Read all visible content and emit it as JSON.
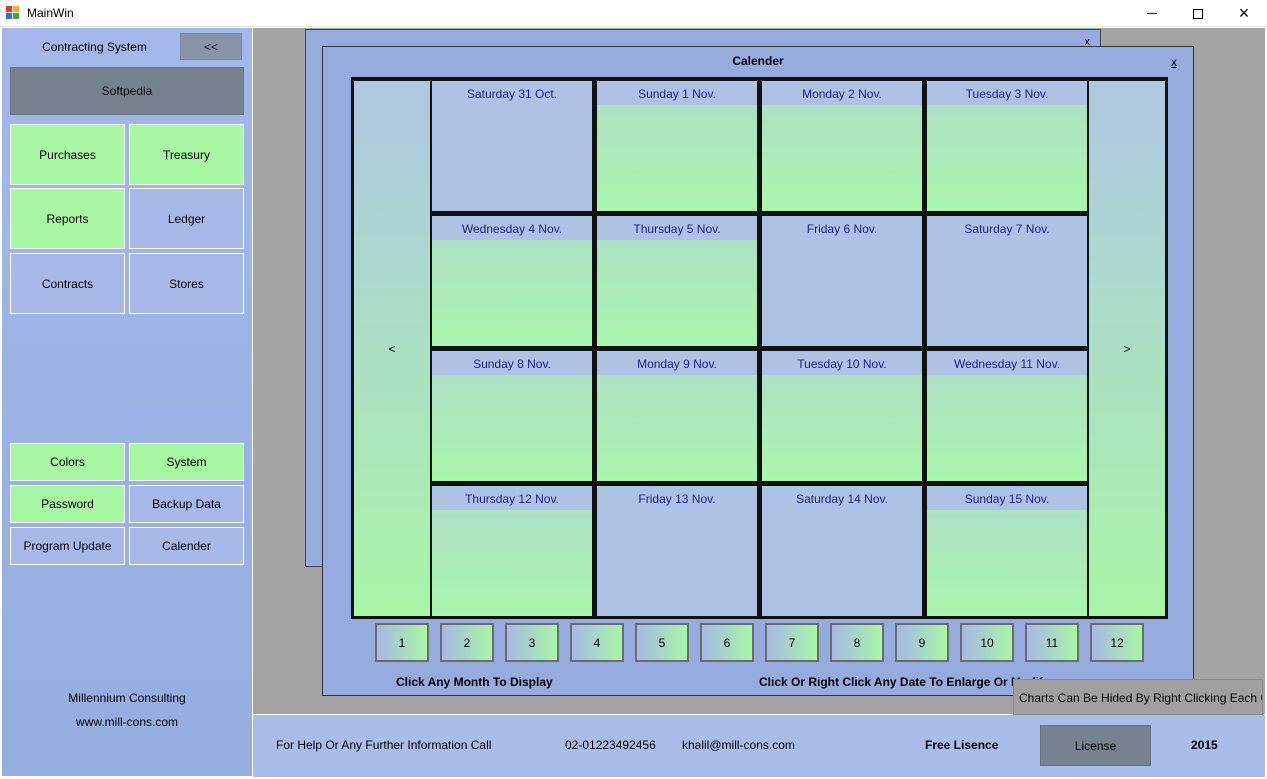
{
  "window": {
    "title": "MainWin",
    "icon": "app-colored-squares-icon",
    "controls": {
      "minimize": "minimize-icon",
      "maximize": "maximize-icon",
      "close": "×"
    }
  },
  "sidebar": {
    "title": "Contracting System",
    "collapse_label": "<<",
    "softpedia_label": "Softpedia",
    "modules": [
      {
        "label": "Purchases",
        "color": "green"
      },
      {
        "label": "Treasury",
        "color": "green"
      },
      {
        "label": "Reports",
        "color": "green"
      },
      {
        "label": "Ledger",
        "color": "blue"
      },
      {
        "label": "Contracts",
        "color": "blue"
      },
      {
        "label": "Stores",
        "color": "blue"
      }
    ],
    "tools": [
      {
        "label": "Colors",
        "color": "green"
      },
      {
        "label": "System",
        "color": "green"
      },
      {
        "label": "Password",
        "color": "green"
      },
      {
        "label": "Backup Data",
        "color": "blue"
      },
      {
        "label": "Program Update",
        "color": "blue"
      },
      {
        "label": "Calender",
        "color": "blue"
      }
    ],
    "company": "Millennium Consulting",
    "website": "www.mill-cons.com"
  },
  "back_window": {
    "close": "x"
  },
  "calendar": {
    "title": "Calender",
    "close": "x",
    "prev": "<",
    "next": ">",
    "days": [
      {
        "label": "Saturday 31 Oct.",
        "color": "blue"
      },
      {
        "label": "Sunday 1 Nov.",
        "color": "green"
      },
      {
        "label": "Monday 2 Nov.",
        "color": "green"
      },
      {
        "label": "Tuesday 3 Nov.",
        "color": "green"
      },
      {
        "label": "Wednesday 4 Nov.",
        "color": "green"
      },
      {
        "label": "Thursday 5 Nov.",
        "color": "green"
      },
      {
        "label": "Friday 6 Nov.",
        "color": "blue"
      },
      {
        "label": "Saturday 7 Nov.",
        "color": "blue"
      },
      {
        "label": "Sunday 8 Nov.",
        "color": "green"
      },
      {
        "label": "Monday 9 Nov.",
        "color": "green"
      },
      {
        "label": "Tuesday 10 Nov.",
        "color": "green"
      },
      {
        "label": "Wednesday 11 Nov.",
        "color": "green"
      },
      {
        "label": "Thursday 12 Nov.",
        "color": "green"
      },
      {
        "label": "Friday 13 Nov.",
        "color": "blue"
      },
      {
        "label": "Saturday 14 Nov.",
        "color": "blue"
      },
      {
        "label": "Sunday 15 Nov.",
        "color": "green"
      }
    ],
    "months": [
      "1",
      "2",
      "3",
      "4",
      "5",
      "6",
      "7",
      "8",
      "9",
      "10",
      "11",
      "12"
    ],
    "footer_left": "Click Any Month To Display",
    "footer_right": "Click Or Right Click Any Date To Enlarge Or Modif"
  },
  "tooltip": "Charts Can Be Hided By Right Clicking  Each One",
  "bottombar": {
    "help_text": "For Help Or Any Further Information Call",
    "phone": "02-01223492456",
    "email": "khalil@mill-cons.com",
    "license_type": "Free Lisence",
    "license_button": "License",
    "year": "2015"
  },
  "colors": {
    "green": "#a8f7a3",
    "blue": "#a6b9e9",
    "workspace_gray": "#a4a4a4",
    "day_label_text": "#1d1d8a"
  }
}
